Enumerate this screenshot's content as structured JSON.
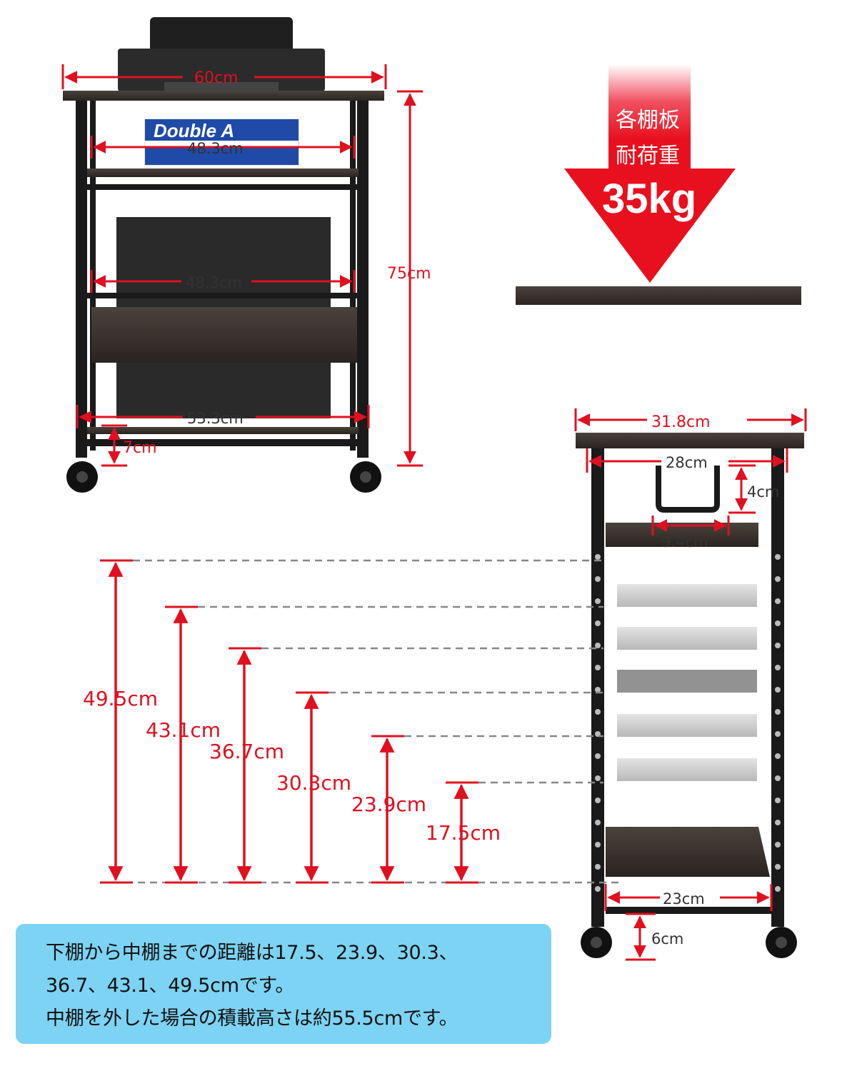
{
  "front_view": {
    "width_top": "60cm",
    "inner_width_upper": "48.3cm",
    "inner_width_middle": "48.3cm",
    "width_bottom": "53.3cm",
    "wheel_clearance": "7cm",
    "height": "75cm",
    "paper_brand": "Double A"
  },
  "load": {
    "label_line1": "各棚板",
    "label_line2": "耐荷重",
    "value": "35kg",
    "arrow_color": "#e8101e"
  },
  "side_view": {
    "depth_top": "31.8cm",
    "inner_depth": "28cm",
    "hook_height": "4cm",
    "hook_width": "9.4cm",
    "bottom_depth": "23cm",
    "wheel_clearance": "6cm"
  },
  "shelf_heights": [
    "49.5cm",
    "43.1cm",
    "36.7cm",
    "30.3cm",
    "23.9cm",
    "17.5cm"
  ],
  "note": {
    "line1": "下棚から中棚までの距離は17.5、23.9、30.3、",
    "line2": "36.7、43.1、49.5cmです。",
    "line3": "中棚を外した場合の積載高さは約55.5cmです。"
  },
  "colors": {
    "dimension": "#e01020",
    "frame": "#1a1a1a",
    "wood": "#3a3430",
    "note_bg": "#7dd3f3"
  }
}
